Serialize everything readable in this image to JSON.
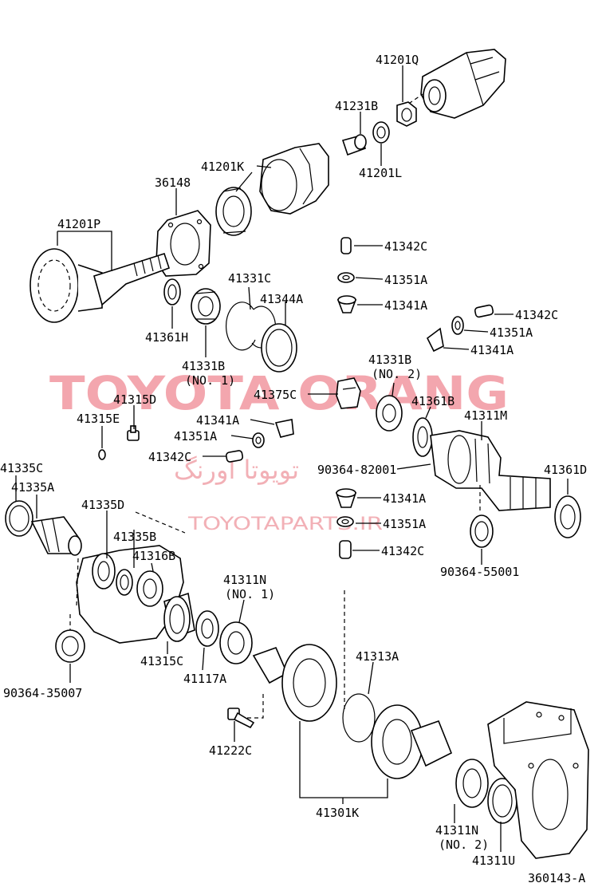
{
  "watermark": {
    "main": "TOYOTA ORANG",
    "persian": "تویوتا اورنگ",
    "site": "TOYOTAPARTS.IR"
  },
  "diagram_id": "360143-A",
  "labels": {
    "p41201Q": "41201Q",
    "p41231B": "41231B",
    "p41201L": "41201L",
    "p41201K": "41201K",
    "p36148": "36148",
    "p41201P": "41201P",
    "p41342C_1": "41342C",
    "p41351A_1": "41351A",
    "p41341A_1": "41341A",
    "p41342C_2": "41342C",
    "p41351A_2": "41351A",
    "p41341A_2": "41341A",
    "p41331C": "41331C",
    "p41344A": "41344A",
    "p41361H": "41361H",
    "p41331B_1": "41331B",
    "p41331B_1_sub": "(NO. 1)",
    "p41331B_2": "41331B",
    "p41331B_2_sub": "(NO. 2)",
    "p41375C": "41375C",
    "p41361B": "41361B",
    "p41311M": "41311M",
    "p41315D": "41315D",
    "p41315E": "41315E",
    "p41341A_3": "41341A",
    "p41351A_3": "41351A",
    "p41342C_3": "41342C",
    "p90364_82001": "90364-82001",
    "p41335C": "41335C",
    "p41335A": "41335A",
    "p41361D": "41361D",
    "p41335D": "41335D",
    "p41341A_4": "41341A",
    "p41351A_4": "41351A",
    "p41335B": "41335B",
    "p41316B": "41316B",
    "p41342C_4": "41342C",
    "p90364_55001": "90364-55001",
    "p41311N_1": "41311N",
    "p41311N_1_sub": "(NO. 1)",
    "p41313A": "41313A",
    "p41315C": "41315C",
    "p41117A": "41117A",
    "p90364_35007": "90364-35007",
    "p41222C": "41222C",
    "p41301K": "41301K",
    "p41311N_2": "41311N",
    "p41311N_2_sub": "(NO. 2)",
    "p41311U": "41311U"
  }
}
